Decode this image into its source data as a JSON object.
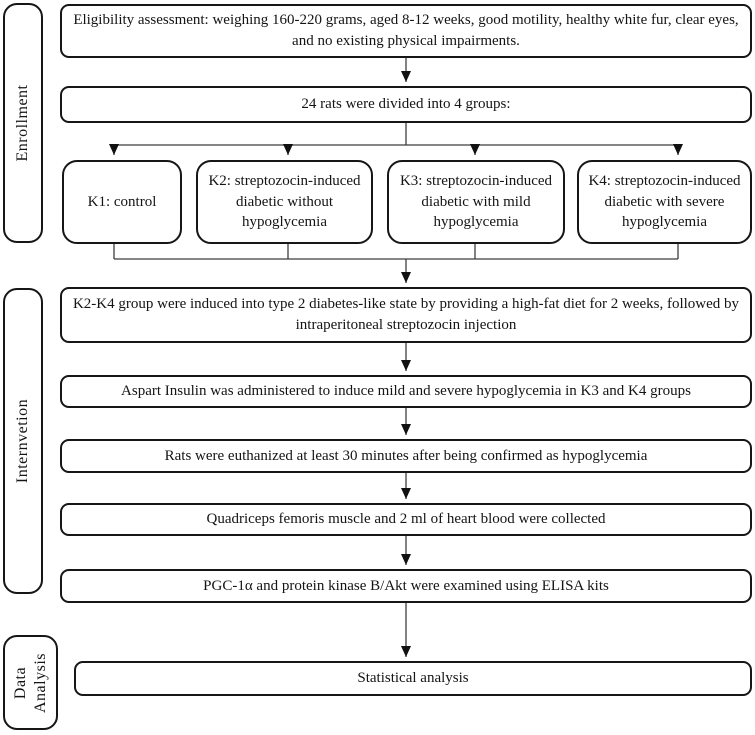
{
  "figure": {
    "colors": {
      "background": "#ffffff",
      "border": "#161616",
      "connector": "#3f3f3f",
      "arrowhead": "#111111",
      "text": "#141414"
    }
  },
  "sections": {
    "enrollment_label": "Enrollment",
    "intervention_label": "Internvetion",
    "data_analysis_label": "Data\nAnalysis"
  },
  "enrollment": {
    "eligibility": "Eligibility assessment: weighing 160-220 grams, aged 8-12 weeks, good motility, healthy white fur, clear eyes, and no existing physical impairments.",
    "grouping": "24 rats were divided into 4 groups:",
    "groups": [
      {
        "id": "K1",
        "label": "K1: control"
      },
      {
        "id": "K2",
        "label": "K2: streptozocin-induced diabetic without hypoglycemia"
      },
      {
        "id": "K3",
        "label": "K3: streptozocin-induced diabetic with mild hypoglycemia"
      },
      {
        "id": "K4",
        "label": "K4: streptozocin-induced diabetic with severe hypoglycemia"
      }
    ]
  },
  "intervention": {
    "steps": [
      "K2-K4 group were induced into type 2 diabetes-like state by providing a high-fat diet for 2 weeks, followed by intraperitoneal streptozocin injection",
      "Aspart Insulin was administered to induce mild and severe hypoglycemia in K3 and K4 groups",
      "Rats were euthanized at least 30 minutes after being confirmed as hypoglycemia",
      "Quadriceps femoris muscle and 2 ml of heart blood were collected",
      "PGC-1α and protein kinase B/Akt were examined using ELISA kits"
    ]
  },
  "data_analysis": {
    "step": "Statistical analysis"
  }
}
